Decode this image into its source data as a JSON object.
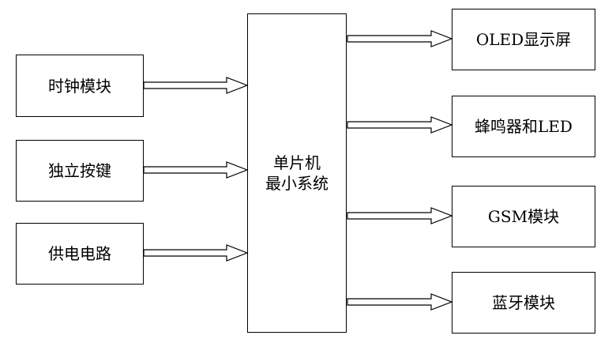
{
  "inputs": [
    {
      "label": "时钟模块"
    },
    {
      "label": "独立按键"
    },
    {
      "label": "供电电路"
    }
  ],
  "core": {
    "line1": "单片机",
    "line2": "最小系统"
  },
  "outputs": [
    {
      "label": "OLED显示屏"
    },
    {
      "label": "蜂鸣器和LED"
    },
    {
      "label": "GSM模块"
    },
    {
      "label": "蓝牙模块"
    }
  ]
}
